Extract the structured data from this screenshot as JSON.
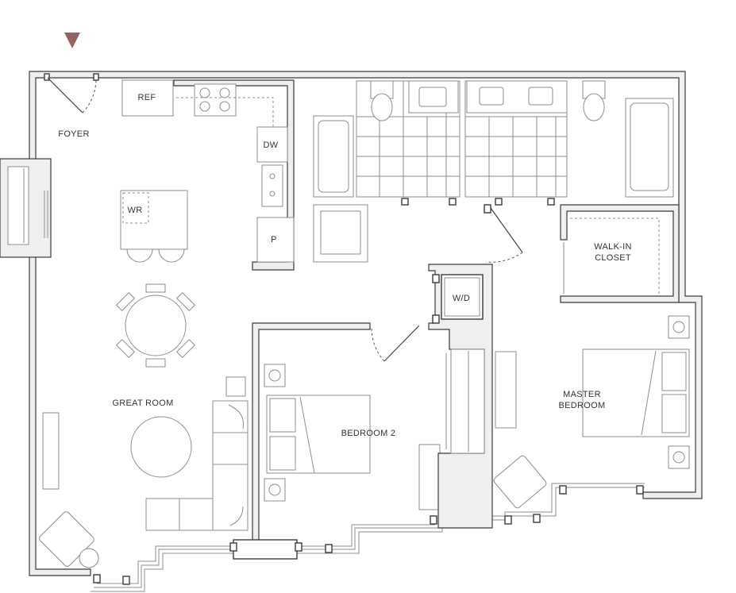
{
  "accent_color": "#94635f",
  "north_marker": {
    "icon": "triangle-down-icon",
    "color": "#94635f"
  },
  "rooms": {
    "foyer": "FOYER",
    "great_room": "GREAT ROOM",
    "bedroom_2": "BEDROOM 2",
    "master_bedroom_line1": "MASTER",
    "master_bedroom_line2": "BEDROOM",
    "walk_in_line1": "WALK-IN",
    "walk_in_line2": "CLOSET"
  },
  "fixtures": {
    "ref": "REF",
    "dw": "DW",
    "wr": "WR",
    "pantry": "P",
    "washer_dryer": "W/D"
  }
}
